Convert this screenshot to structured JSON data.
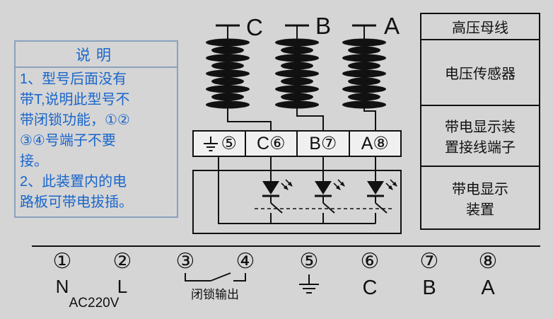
{
  "colors": {
    "background": "#d5d5d5",
    "accent_blue": "#1a66cc",
    "line_black": "#111111",
    "notes_border": "#8ba1bd"
  },
  "notes": {
    "title": "说明",
    "body": "1、型号后面没有\n带T,说明此型号不\n带闭锁功能，①②\n③④号端子不要\n接。\n2、此装置内的电\n路板可带电拔插。"
  },
  "phases": {
    "c": "C",
    "b": "B",
    "a": "A"
  },
  "terminal_strip": {
    "cell5": "⑤",
    "cell6": "C⑥",
    "cell7": "B⑦",
    "cell8": "A⑧"
  },
  "right_panel": {
    "rows": [
      "高压母线",
      "电压传感器",
      "带电显示装\n置接线端子",
      "带电显示\n装置"
    ]
  },
  "bottom": {
    "numbers": [
      "①",
      "②",
      "③",
      "④",
      "⑤",
      "⑥",
      "⑦",
      "⑧"
    ],
    "labels": {
      "n": "N",
      "l": "L",
      "ac": "AC220V",
      "interlock": "闭锁输出",
      "c": "C",
      "b": "B",
      "a": "A"
    }
  }
}
